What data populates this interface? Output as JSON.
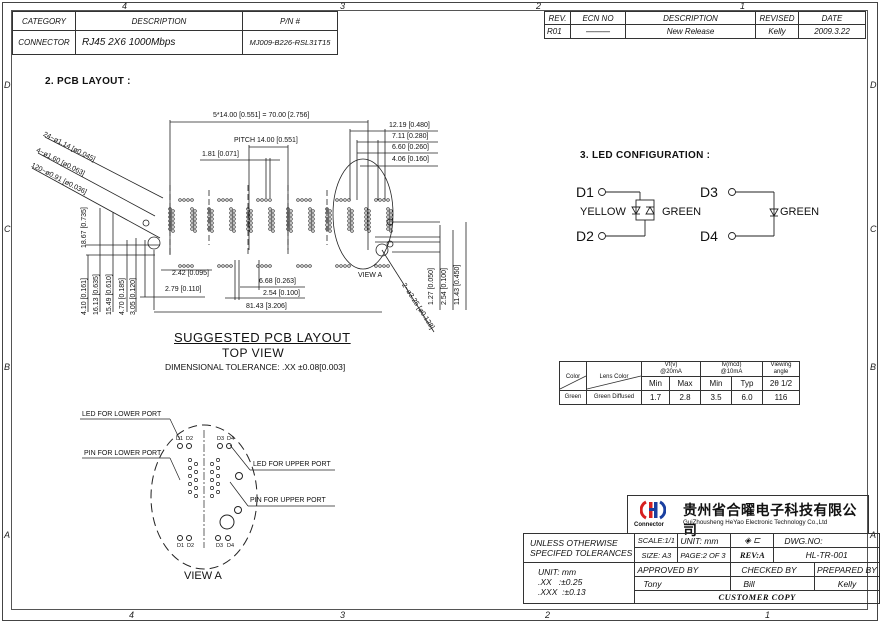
{
  "header": {
    "category_label": "CATEGORY",
    "description_label": "DESCRIPTION",
    "pn_label": "P/N #",
    "category": "CONNECTOR",
    "description": "RJ45 2X6 1000Mbps",
    "part_number": "MJ009-B226-RSL31T15"
  },
  "revision": {
    "columns": [
      "REV.",
      "ECN NO",
      "DESCRIPTION",
      "REVISED",
      "DATE"
    ],
    "rows": [
      {
        "rev": "R01",
        "ecn": "———",
        "description": "New Release",
        "revised": "Kelly",
        "date": "2009.3.22"
      }
    ]
  },
  "zones": {
    "columns_top": [
      "4",
      "3",
      "2",
      "1"
    ],
    "columns_bottom": [
      "4",
      "3",
      "2",
      "1"
    ],
    "rows_left": [
      "D",
      "C",
      "B",
      "A"
    ],
    "rows_right": [
      "D",
      "C",
      "B",
      "A"
    ]
  },
  "pcb": {
    "title": "2. PCB LAYOUT :",
    "dims": {
      "overall_pitch": "5*14.00 [0.551] = 70.00 [2.756]",
      "pitch": "PITCH 14.00 [0.551]",
      "d181": "1.81 [0.071]",
      "d1219": "12.19 [0.480]",
      "d711": "7.11 [0.280]",
      "d660": "6.60 [0.260]",
      "d406": "4.06 [0.160]",
      "hole24": "24~ø1.14 [ø0.045]",
      "hole4": "4~ø1.60 [ø0.063]",
      "hole120": "120~ø0.91 [ø0.036]",
      "d1867": "18.67 [0.735]",
      "d410": "4.10 [0.161]",
      "d1613": "16.13 [0.635]",
      "d1549": "15.49 [0.610]",
      "d470": "4.70 [0.185]",
      "d305": "3.05 [0.120]",
      "d242": "2.42 [0.095]",
      "d279": "2.79 [0.110]",
      "d668": "6.68 [0.263]",
      "d254": "2.54 [0.100]",
      "d8143": "81.43 [3.206]",
      "hole2": "2~ø3.25 [ø0.128]",
      "d127": "1.27 [0.050]",
      "d254v": "2.54 [0.100]",
      "d1143": "11.43 [0.450]",
      "view_a": "VIEW A"
    },
    "caption": "SUGGESTED PCB LAYOUT",
    "subcaption": "TOP VIEW",
    "tolerance": "DIMENSIONAL TOLERANCE: .XX ±0.08[0.003]"
  },
  "view_a": {
    "labels": {
      "led_lower": "LED FOR LOWER PORT",
      "pin_lower": "PIN FOR LOWER PORT",
      "led_upper": "LED FOR UPPER PORT",
      "pin_upper": "PIN FOR UPPER PORT"
    },
    "d_labels": [
      "D1",
      "D2",
      "D3",
      "D4"
    ],
    "title": "VIEW A"
  },
  "led": {
    "title": "3. LED CONFIGURATION :",
    "pins": [
      "D1",
      "D2",
      "D3",
      "D4"
    ],
    "yellow": "YELLOW",
    "green": "GREEN",
    "green2": "GREEN",
    "table": {
      "h_color": "Color",
      "h_lens": "Lens Color",
      "h_vf": "Vf(v)",
      "h_vf_cond": "@20mA",
      "h_iv": "Iv(mcd)",
      "h_iv_cond": "@10mA",
      "h_view": "Viewing angle",
      "sub": [
        "Min",
        "Max",
        "Min",
        "Typ",
        "2θ 1/2"
      ],
      "rows": [
        {
          "color": "Green",
          "lens": "Green Diffused",
          "vf_min": "1.7",
          "vf_max": "2.8",
          "iv_min": "3.5",
          "iv_typ": "6.0",
          "angle": "116"
        }
      ]
    }
  },
  "titleblock": {
    "company_cn": "贵州省合曜电子科技有限公司",
    "company_en": "GuiZhousheng HeYao Electronic Technology Co.,Ltd",
    "logo_text": "Connector",
    "tolerances_label_1": "UNLESS OTHERWISE",
    "tolerances_label_2": "SPECIFED TOLERANCES",
    "unit_label": "UNIT: mm",
    "tol_xx": ".XX   :±0.25",
    "tol_xxx": ".XXX  :±0.13",
    "scale": "SCALE:1/1",
    "unit": "UNIT: mm",
    "size": "SIZE: A3",
    "page": "PAGE:2 OF 3",
    "rev": "REV:A",
    "dwg_label": "DWG.NO:",
    "dwg_no": "HL-TR-001",
    "approved_label": "APPROVED BY",
    "checked_label": "CHECKED BY",
    "prepared_label": "PREPARED BY",
    "approved": "Tony",
    "checked": "Bill",
    "prepared": "Kelly",
    "copy": "CUSTOMER COPY"
  }
}
